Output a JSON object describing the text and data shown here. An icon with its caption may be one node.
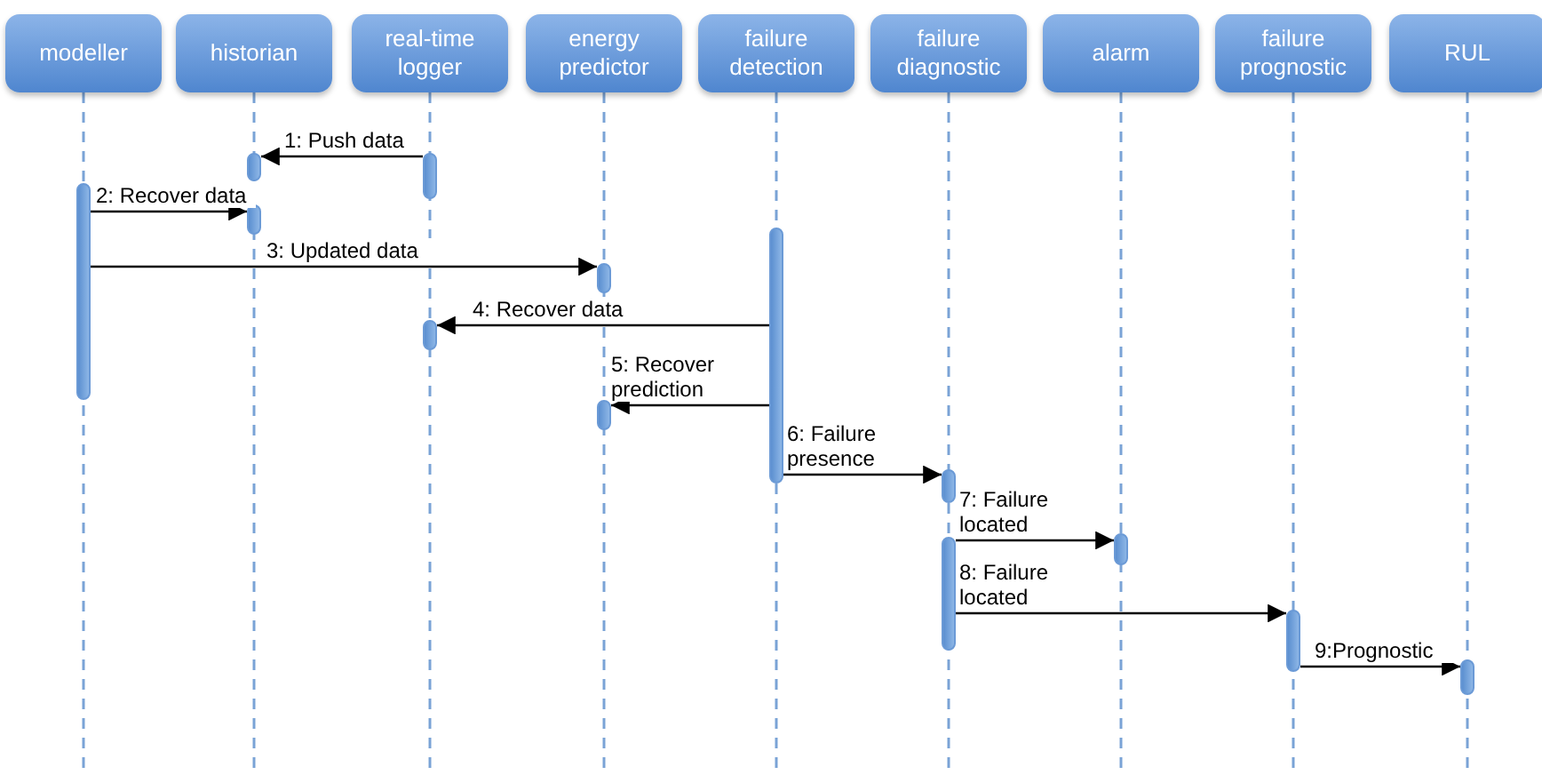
{
  "diagram": {
    "nodes": [
      {
        "text": [
          "modeller"
        ]
      },
      {
        "text": [
          "historian"
        ]
      },
      {
        "text": [
          "real-time logger"
        ]
      },
      {
        "text": [
          "energy predictor"
        ]
      },
      {
        "text": [
          "failure detection"
        ]
      },
      {
        "text": [
          "failure diagnostic"
        ]
      },
      {
        "text": [
          "alarm"
        ]
      },
      {
        "text": [
          "failure prognostic"
        ]
      },
      {
        "text": [
          "RUL"
        ]
      },
      {
        "text": [],
        "shape": "bar"
      },
      {
        "text": [],
        "shape": "bar"
      },
      {
        "text": [],
        "shape": "bar"
      },
      {
        "text": [],
        "shape": "bar"
      },
      {
        "text": [],
        "shape": "bar"
      },
      {
        "text": [],
        "shape": "bar"
      },
      {
        "text": [],
        "shape": "bar"
      },
      {
        "text": [],
        "shape": "bar"
      },
      {
        "text": [],
        "shape": "bar"
      },
      {
        "text": [],
        "shape": "bar"
      },
      {
        "text": [],
        "shape": "bar"
      },
      {
        "text": [],
        "shape": "bar"
      },
      {
        "text": [],
        "shape": "bar"
      }
    ],
    "edges": [
      {
        "from": 10,
        "to": 9,
        "arrow": "to",
        "label": "1: Push data"
      },
      {
        "from": 11,
        "to": 12,
        "arrow": "to",
        "label": "2: Recover data"
      },
      {
        "from": 11,
        "to": 14,
        "arrow": "to",
        "label": "3: Updated data"
      },
      {
        "from": 13,
        "to": 15,
        "arrow": "to",
        "label": "4: Recover data"
      },
      {
        "from": 13,
        "to": 16,
        "arrow": "to",
        "label": "5: Recover prediction"
      },
      {
        "from": 13,
        "to": 17,
        "arrow": "to",
        "label": "6: Failure presence"
      },
      {
        "from": 18,
        "to": 19,
        "arrow": "to",
        "label": "7: Failure located"
      },
      {
        "from": 18,
        "to": 20,
        "arrow": "to",
        "label": "8: Failure located"
      },
      {
        "from": 20,
        "to": 21,
        "arrow": "to",
        "label": "9:Prognostic"
      }
    ]
  }
}
